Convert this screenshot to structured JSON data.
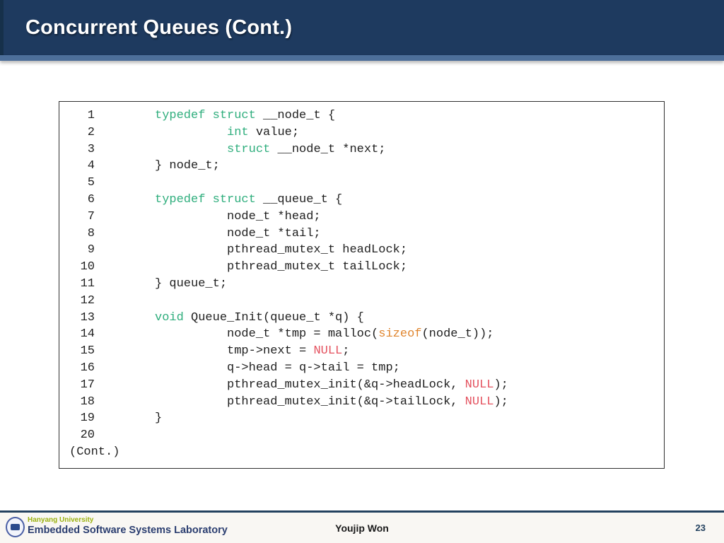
{
  "slide": {
    "title": "Concurrent Queues (Cont.)",
    "page_number": "23",
    "footer": {
      "author": "Youjip Won",
      "org_line1": "Hanyang University",
      "org_line2": "Embedded Software Systems Laboratory"
    },
    "colors": {
      "header_navy": "#1e3a5f",
      "header_strip_blue": "#4d6f9a",
      "keyword_green": "#2fae7d",
      "builtin_orange": "#e0862f",
      "null_red": "#e4525f",
      "footer_line_navy": "#24425f",
      "org_green": "#9cb211",
      "org_navy": "#2b3e70"
    }
  },
  "code": {
    "cont_label": "(Cont.)",
    "lines": [
      {
        "num": "1",
        "segments": [
          {
            "text": "typedef struct",
            "color": "keyword"
          },
          {
            "text": " __node_t {",
            "color": "plain"
          }
        ]
      },
      {
        "num": "2",
        "segments": [
          {
            "text": "          ",
            "color": "plain"
          },
          {
            "text": "int",
            "color": "keyword"
          },
          {
            "text": " value;",
            "color": "plain"
          }
        ]
      },
      {
        "num": "3",
        "segments": [
          {
            "text": "          ",
            "color": "plain"
          },
          {
            "text": "struct",
            "color": "keyword"
          },
          {
            "text": " __node_t *next;",
            "color": "plain"
          }
        ]
      },
      {
        "num": "4",
        "segments": [
          {
            "text": "} node_t;",
            "color": "plain"
          }
        ]
      },
      {
        "num": "5",
        "segments": []
      },
      {
        "num": "6",
        "segments": [
          {
            "text": "typedef struct",
            "color": "keyword"
          },
          {
            "text": " __queue_t {",
            "color": "plain"
          }
        ]
      },
      {
        "num": "7",
        "segments": [
          {
            "text": "          node_t *head;",
            "color": "plain"
          }
        ]
      },
      {
        "num": "8",
        "segments": [
          {
            "text": "          node_t *tail;",
            "color": "plain"
          }
        ]
      },
      {
        "num": "9",
        "segments": [
          {
            "text": "          pthread_mutex_t headLock;",
            "color": "plain"
          }
        ]
      },
      {
        "num": "10",
        "segments": [
          {
            "text": "          pthread_mutex_t tailLock;",
            "color": "plain"
          }
        ]
      },
      {
        "num": "11",
        "segments": [
          {
            "text": "} queue_t;",
            "color": "plain"
          }
        ]
      },
      {
        "num": "12",
        "segments": []
      },
      {
        "num": "13",
        "segments": [
          {
            "text": "void",
            "color": "keyword"
          },
          {
            "text": " Queue_Init(queue_t *q) {",
            "color": "plain"
          }
        ]
      },
      {
        "num": "14",
        "segments": [
          {
            "text": "          node_t *tmp = malloc(",
            "color": "plain"
          },
          {
            "text": "sizeof",
            "color": "orange"
          },
          {
            "text": "(node_t));",
            "color": "plain"
          }
        ]
      },
      {
        "num": "15",
        "segments": [
          {
            "text": "          tmp->next = ",
            "color": "plain"
          },
          {
            "text": "NULL",
            "color": "red"
          },
          {
            "text": ";",
            "color": "plain"
          }
        ]
      },
      {
        "num": "16",
        "segments": [
          {
            "text": "          q->head = q->tail = tmp;",
            "color": "plain"
          }
        ]
      },
      {
        "num": "17",
        "segments": [
          {
            "text": "          pthread_mutex_init(&q->headLock, ",
            "color": "plain"
          },
          {
            "text": "NULL",
            "color": "red"
          },
          {
            "text": ");",
            "color": "plain"
          }
        ]
      },
      {
        "num": "18",
        "segments": [
          {
            "text": "          pthread_mutex_init(&q->tailLock, ",
            "color": "plain"
          },
          {
            "text": "NULL",
            "color": "red"
          },
          {
            "text": ");",
            "color": "plain"
          }
        ]
      },
      {
        "num": "19",
        "segments": [
          {
            "text": "}",
            "color": "plain"
          }
        ]
      },
      {
        "num": "20",
        "segments": []
      }
    ]
  }
}
